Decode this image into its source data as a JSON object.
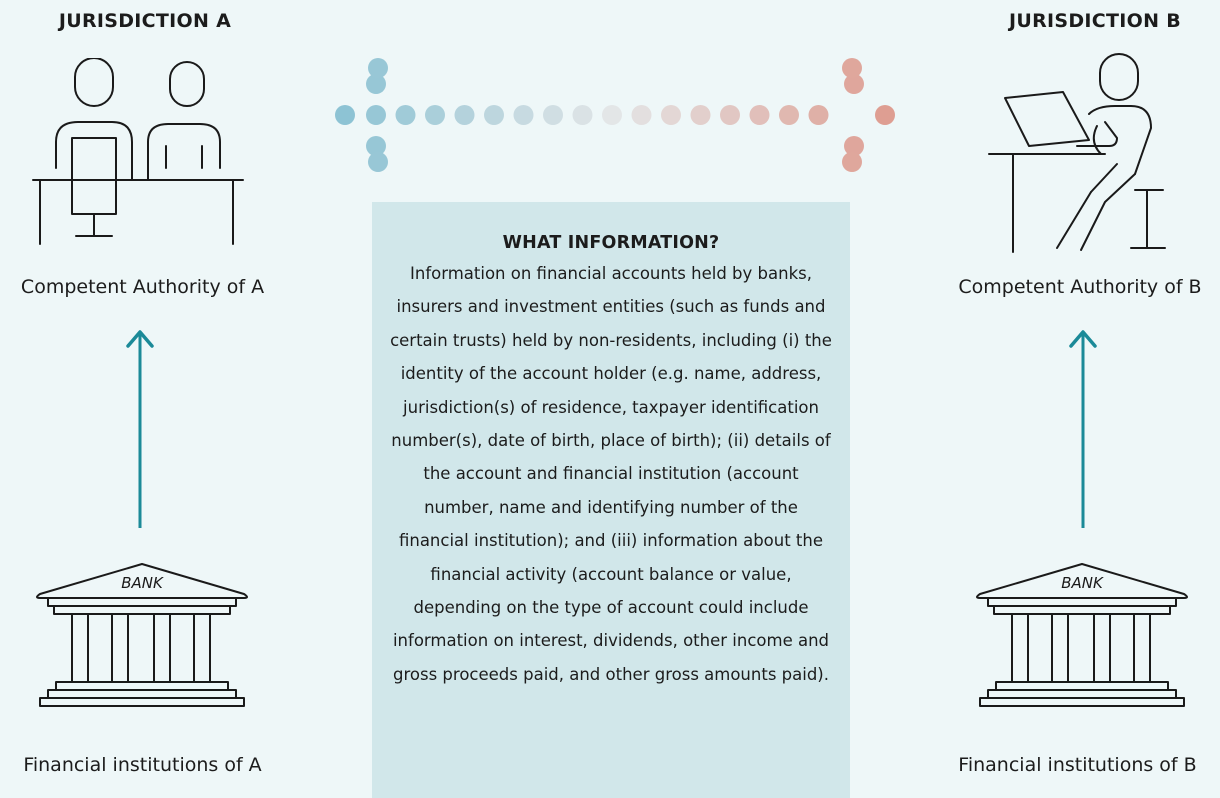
{
  "jurisdiction_a": {
    "heading": "JURISDICTION A",
    "authority_label": "Competent Authority of A",
    "institutions_label": "Financial institutions of A",
    "bank_label": "BANK"
  },
  "jurisdiction_b": {
    "heading": "JURISDICTION B",
    "authority_label": "Competent Authority of B",
    "institutions_label": "Financial institutions of B",
    "bank_label": "BANK"
  },
  "info": {
    "title": "WHAT INFORMATION?",
    "body": "Information on financial accounts held by banks, insurers and investment entities (such as funds and certain trusts) held by non-residents, including (i) the identity of the account holder (e.g. name, address, jurisdiction(s) of residence, taxpayer identification number(s), date of birth, place of birth); (ii) details of the account and financial institution (account number, name and identifying number of the financial institution); and (iii) information about the financial activity (account balance or value, depending on the type of account could include information on interest, dividends, other income and gross proceeds paid, and other gross amounts paid)."
  },
  "colors": {
    "background": "#eef7f8",
    "info_box": "#d1e7ea",
    "teal_arrow": "#1b8a98",
    "dot_start": "#8dc3d4",
    "dot_end": "#de9e92",
    "line_art": "#1a1a1a"
  },
  "icons": {
    "authority_a": "officials-at-desk-icon",
    "authority_b": "person-at-computer-icon",
    "bank": "bank-building-icon",
    "exchange": "double-headed-dotted-arrow-icon",
    "report": "up-arrow-icon"
  }
}
